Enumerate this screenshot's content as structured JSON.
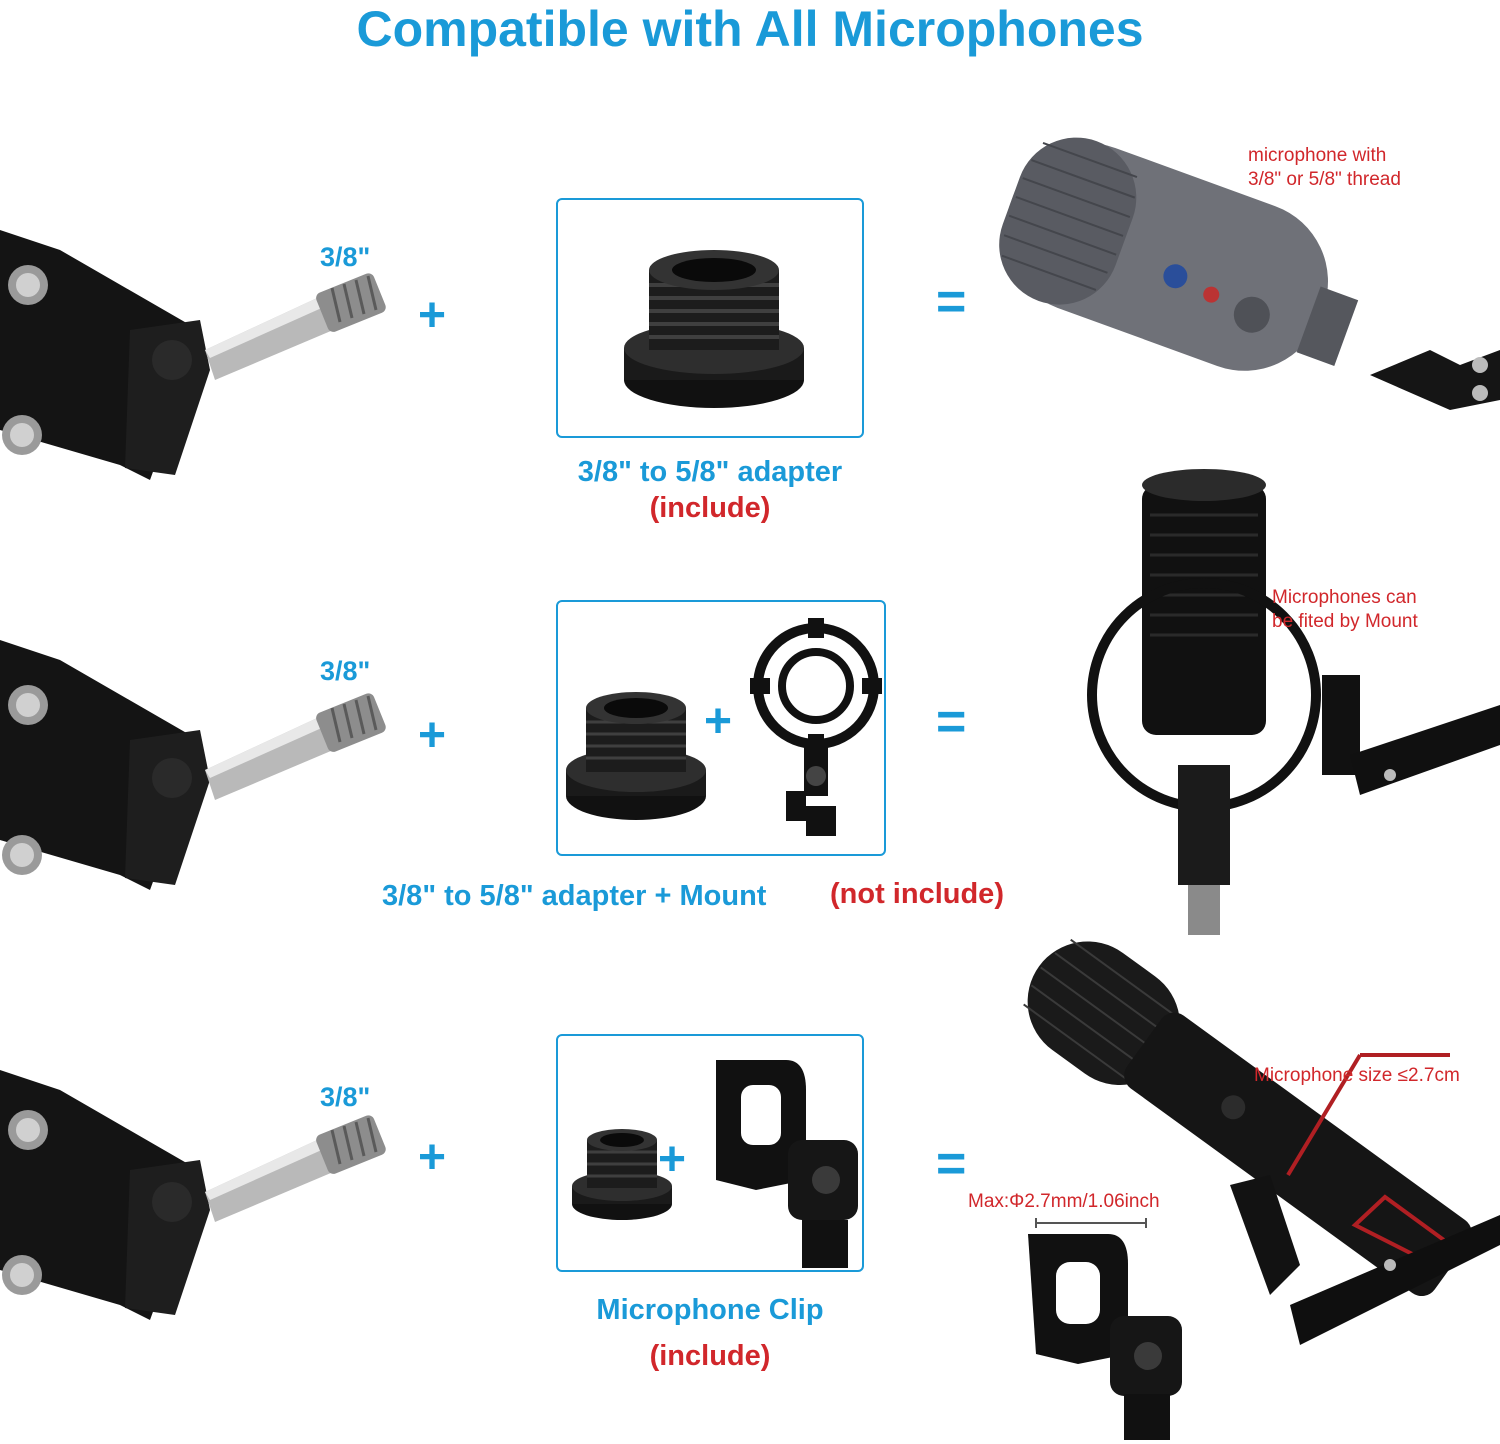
{
  "title": "Compatible with All Microphones",
  "thread_label": "3/8\"",
  "plus": "+",
  "equals": "=",
  "row1": {
    "caption": "3/8\" to 5/8\" adapter",
    "include": "(include)",
    "note_line1": "microphone with",
    "note_line2": "3/8\" or 5/8\" thread"
  },
  "row2": {
    "caption": "3/8\" to 5/8\" adapter + Mount",
    "include": "(not include)",
    "note_line1": "Microphones can",
    "note_line2": "be fited by Mount"
  },
  "row3": {
    "caption": "Microphone Clip",
    "include": "(include)",
    "size_note": "Microphone size ≤2.7cm",
    "max_note": "Max:Φ2.7mm/1.06inch"
  },
  "colors": {
    "blue": "#1a9ad8",
    "red": "#d1272b"
  }
}
